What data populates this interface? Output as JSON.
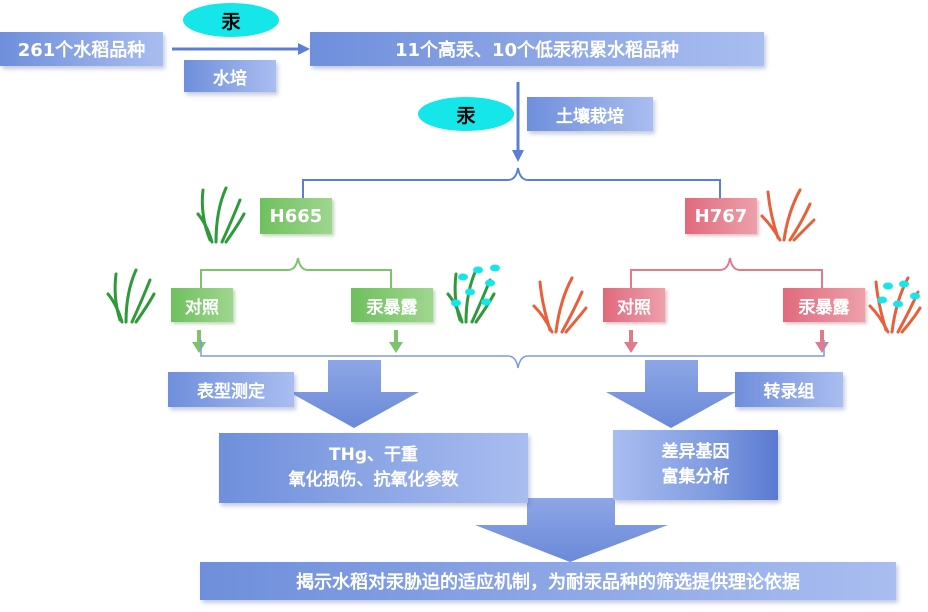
{
  "mercury_label": "汞",
  "varieties_261": "261个水稻品种",
  "hydroponic": "水培",
  "screened": "11个高汞、10个低汞积累水稻品种",
  "soil_culture": "土壤栽培",
  "h665": "H665",
  "h767": "H767",
  "control": "对照",
  "exposure": "汞暴露",
  "phenotype": "表型测定",
  "transcriptome": "转录组",
  "phenotype_result_line1": "THg、干重",
  "phenotype_result_line2": "氧化损伤、抗氧化参数",
  "transcriptome_result_line1": "差异基因",
  "transcriptome_result_line2": "富集分析",
  "conclusion": "揭示水稻对汞胁迫的适应机制，为耐汞品种的筛选提供理论依据",
  "colors": {
    "blue": "#7f9be0",
    "green": "#7cc36a",
    "red": "#e37a8a",
    "cyan": "#14e6ea"
  }
}
